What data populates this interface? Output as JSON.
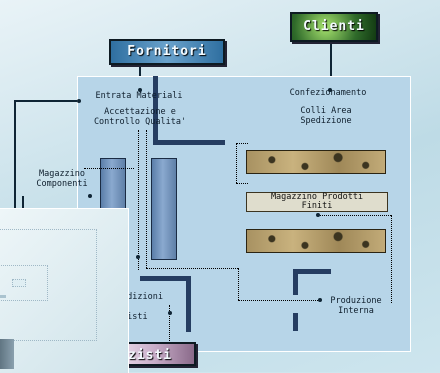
{
  "boxes": {
    "fornitori": "Fornitori",
    "clienti": "Clienti",
    "trasportisti": "zisti"
  },
  "labels": {
    "entrata": "Entrata Materiali",
    "accettazione": "Accettazione e\nControllo Qualita'",
    "magazzino_componenti": "Magazzino\nComponenti",
    "confezionamento": "Confezionamento",
    "colli": "Colli Area\nSpedizione",
    "magazzino_prodotti": "Magazzino Prodotti\nFiniti",
    "produzione": "Produzione\nInterna",
    "spedizioni": "edizioni\na\nzisti"
  },
  "colors": {
    "fornitori_bg": "#2f6fa0",
    "clienti_bg": "#2f6a2a",
    "trasportisti_bg": "#8a6a8a",
    "panel": "#b7d5e8",
    "walls": "#253d61"
  },
  "icons": [
    "warehouse-pillar-icon",
    "stone-shelf-icon"
  ]
}
